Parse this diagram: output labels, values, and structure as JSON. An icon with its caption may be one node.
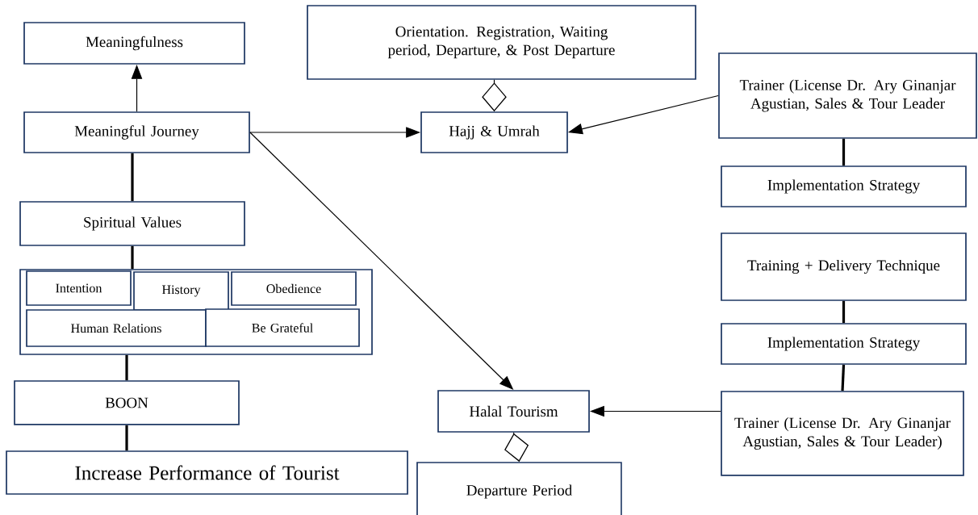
{
  "diagram": {
    "nodes": [
      {
        "text": [
          "Meaningfulness"
        ]
      },
      {
        "text": [
          "Meaningful Journey"
        ]
      },
      {
        "text": [
          "Spiritual Values"
        ]
      },
      {
        "text": [],
        "shape": "box"
      },
      {
        "text": [
          "Intention"
        ],
        "in": 3
      },
      {
        "text": [
          "History"
        ],
        "in": 3
      },
      {
        "text": [
          "Obedience"
        ],
        "in": 3
      },
      {
        "text": [
          "Human Relations"
        ],
        "in": 3
      },
      {
        "text": [
          "Be Grateful"
        ],
        "in": 3
      },
      {
        "text": [
          "BOON"
        ]
      },
      {
        "text": [
          "Increase Performance of Tourist"
        ]
      },
      {
        "text": [
          "Orientation. Registration, Waiting period, Departure, & Post Departure"
        ]
      },
      {
        "text": [
          "Hajj & Umrah"
        ]
      },
      {
        "text": [
          "Trainer (License Dr. Ary Ginanjar Agustian, Sales & Tour Leader"
        ]
      },
      {
        "text": [
          "Implementation Strategy"
        ]
      },
      {
        "text": [
          "Training + Delivery Technique"
        ]
      },
      {
        "text": [
          "Implementation Strategy"
        ]
      },
      {
        "text": [
          "Trainer (License Dr. Ary Ginanjar Agustian, Sales & Tour Leader)"
        ]
      },
      {
        "text": [
          "Halal Tourism"
        ]
      },
      {
        "text": [
          "Departure Period"
        ]
      }
    ],
    "edges": [
      {
        "from": 1,
        "to": 0,
        "arrow": "to"
      },
      {
        "from": 1,
        "to": 2,
        "arrow": "none",
        "style": "thick"
      },
      {
        "from": 2,
        "to": 3,
        "arrow": "none",
        "style": "thick"
      },
      {
        "from": 3,
        "to": 9,
        "arrow": "none",
        "style": "thick"
      },
      {
        "from": 9,
        "to": 10,
        "arrow": "none",
        "style": "thick"
      },
      {
        "from": 1,
        "to": 12,
        "arrow": "to"
      },
      {
        "from": 1,
        "to": 18,
        "arrow": "to"
      },
      {
        "from": 11,
        "to": 12,
        "arrow": "other"
      },
      {
        "from": 13,
        "to": 12,
        "arrow": "to"
      },
      {
        "from": 13,
        "to": 14,
        "arrow": "none",
        "style": "thick"
      },
      {
        "from": 15,
        "to": 16,
        "arrow": "none",
        "style": "thick"
      },
      {
        "from": 16,
        "to": 17,
        "arrow": "none",
        "style": "thick"
      },
      {
        "from": 17,
        "to": 18,
        "arrow": "to"
      },
      {
        "from": 18,
        "to": 19,
        "arrow": "other"
      }
    ]
  }
}
